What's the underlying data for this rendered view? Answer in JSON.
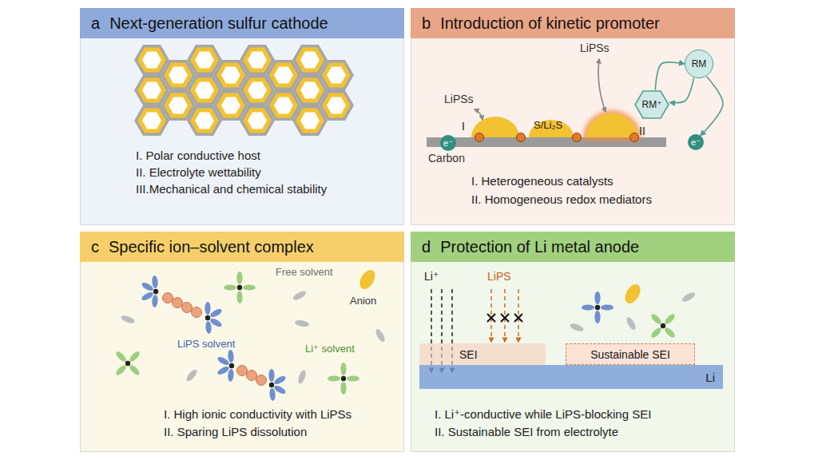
{
  "diagram": {
    "nodes": [
      {
        "text": [
          "I. Polar conductive host",
          "II. Electrolyte wettability",
          "III.Mechanical and chemical stability"
        ]
      },
      {
        "text": [
          "a",
          "Next-generation sulfur cathode"
        ],
        "in": 0
      },
      {
        "text": [
          "I. Heterogeneous catalysts",
          "II. Homogeneous redox mediators"
        ]
      },
      {
        "text": [
          "b",
          "Introduction of kinetic promoter"
        ],
        "in": 2
      },
      {
        "text": [
          "e⁻"
        ],
        "in": 2
      },
      {
        "text": [
          "e⁻"
        ],
        "in": 2
      },
      {
        "text": [
          "RM"
        ],
        "in": 2
      },
      {
        "text": [
          "RM⁺"
        ],
        "in": 2
      },
      {
        "text": [
          "I. High ionic conductivity with LiPSs",
          "II. Sparing LiPS dissolution"
        ]
      },
      {
        "text": [
          "c",
          "Specific ion–solvent complex"
        ],
        "in": 8
      },
      {
        "text": [
          "I. Li⁺-conductive while LiPS-blocking SEI",
          "II. Sustainable SEI from electrolyte"
        ]
      },
      {
        "text": [
          "d",
          "Protection of Li metal anode"
        ],
        "in": 10
      },
      {
        "text": [
          "Li"
        ],
        "in": 10
      },
      {
        "text": [
          "SEI"
        ],
        "in": 10
      },
      {
        "text": [
          "Sustainable SEI"
        ],
        "in": 10
      }
    ],
    "edges": [
      {
        "from": 6,
        "to": 7,
        "arrow": "to"
      },
      {
        "from": 7,
        "to": 6,
        "arrow": "to"
      },
      {
        "from": 6,
        "to": 5,
        "arrow": "to"
      }
    ],
    "labels": [
      "LiPSs",
      "I",
      "S/Li₂S",
      "Carbon",
      "II",
      "LiPSs",
      "Free solvent",
      "Anion",
      "LiPS solvent",
      "Li⁺ solvent",
      "Li⁺",
      "LiPS"
    ]
  }
}
